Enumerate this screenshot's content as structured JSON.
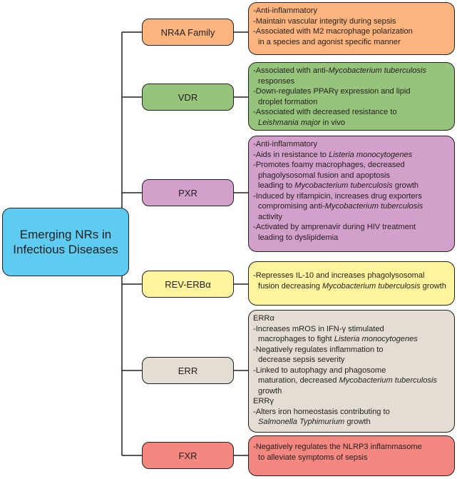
{
  "root": {
    "line1": "Emerging NRs in",
    "line2": "Infectious Diseases"
  },
  "categories": [
    {
      "label": "NR4A Family",
      "color": "#fbb47d",
      "lines": [
        "-Anti-inflammatory",
        "-Maintain vascular integrity during sepsis",
        "-Associated with M2 macrophage polarization",
        "in a species and agonist specific manner"
      ]
    },
    {
      "label": "VDR",
      "color": "#96c47a",
      "lines": [
        "-Associated with anti-Mycobacterium tuberculosis",
        "responses",
        "-Down-regulates PPARγ expression and lipid",
        "droplet formation",
        "-Associated with decreased resistance to",
        "Leishmania major in vivo"
      ]
    },
    {
      "label": "PXR",
      "color": "#d2a0ca",
      "lines": [
        "-Anti-inflammatory",
        "-Aids in resistance to Listeria monocytogenes",
        "-Promotes foamy macrophages, decreased",
        "phagolysosomal fusion and apoptosis",
        "leading to Mycobacterium tuberculosis growth",
        "-Induced by rifampicin, increases drug exporters",
        "compromising anti-Mycobacterium tuberculosis",
        "activity",
        "-Activated by amprenavir during HIV treatment",
        "leading to dyslipidemia"
      ]
    },
    {
      "label": "REV-ERBα",
      "color": "#fef49d",
      "lines": [
        "-Represses IL-10 and increases phagolysosomal",
        "fusion decreasing Mycobacterium tuberculosis growth"
      ]
    },
    {
      "label": "ERR",
      "color": "#e4ddd3",
      "lines": [
        "ERRα",
        "-Increases mROS in IFN-γ stimulated",
        "macrophages to fight Listeria monocytogenes",
        "-Negatively regulates inflammation to",
        "decrease sepsis severity",
        "-Linked to autophagy and phagosome",
        "maturation, decreased Mycobacterium tuberculosis",
        "growth",
        "ERRγ",
        "-Alters iron homeostasis contributing to",
        "Salmonella Typhimurium growth"
      ]
    },
    {
      "label": "FXR",
      "color": "#f4877f",
      "lines": [
        "-Negatively regulates the NLRP3 inflammasome",
        "to alleviate symptoms of sepsis"
      ]
    }
  ]
}
